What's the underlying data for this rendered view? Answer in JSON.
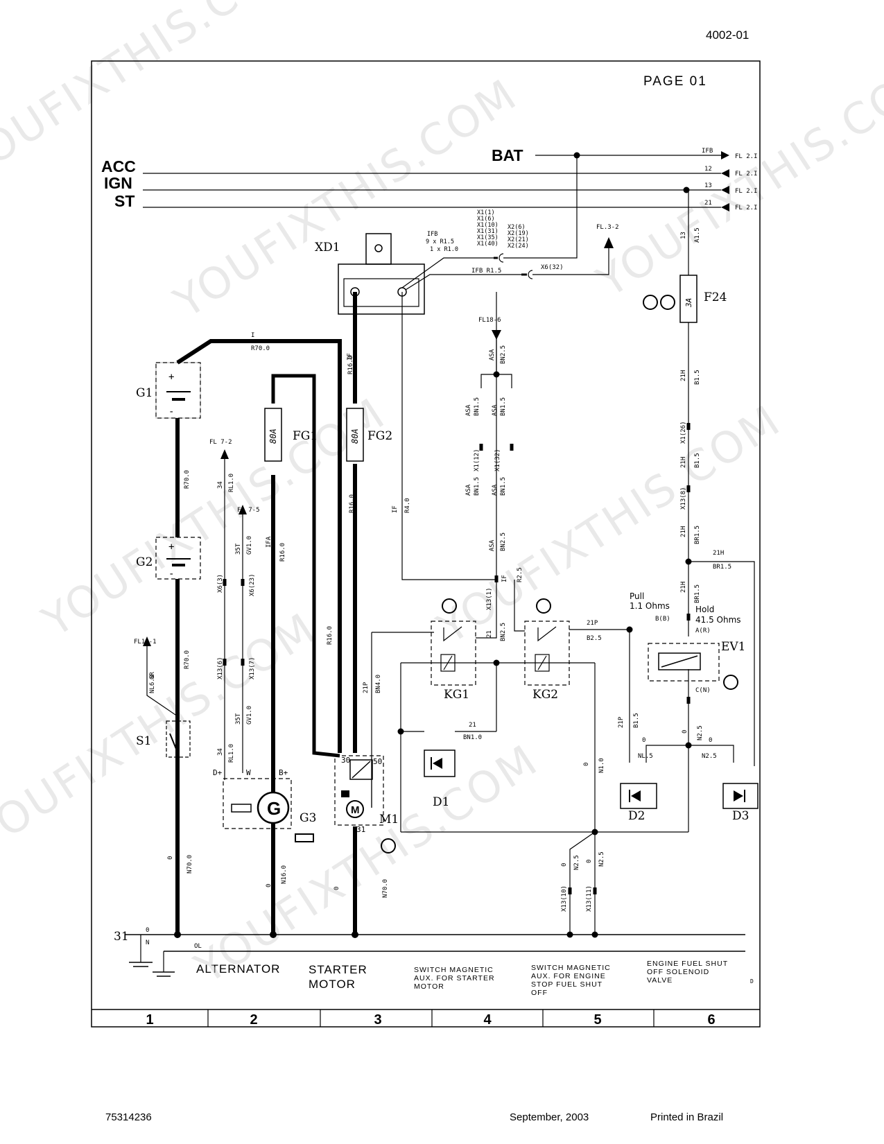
{
  "header": {
    "doc_number": "4002-01",
    "page_label": "PAGE 01"
  },
  "footer": {
    "part_number": "75314236",
    "date": "September, 2003",
    "printed": "Printed in Brazil"
  },
  "watermark": [
    "YOUFIXTHIS.COM",
    "YOUFIXTHIS.COM",
    "YOUFIXTHIS.COM",
    "YOUFIXTHIS.COM",
    "YOUFIXTHIS.COM",
    "YOUFIXTHIS.COM",
    "YOUFIXTHIS.COM"
  ],
  "buses": {
    "acc": "ACC",
    "ign": "IGN",
    "st": "ST",
    "bat": "BAT",
    "ground": "31",
    "wire_ifb": "IFB",
    "wire_12": "12",
    "wire_13": "13",
    "wire_21": "21",
    "fl_1": "FL 2.I",
    "fl_2": "FL 2.I",
    "fl_3": "FL 2.I",
    "fl_4": "FL 2.I"
  },
  "components": {
    "xd1": "XD1",
    "g1": "G1",
    "g2": "G2",
    "s1": "S1",
    "fg1": "FG1",
    "fg2": "FG2",
    "fuse_rating": "80A",
    "f24": "F24",
    "f24_rating": "3A",
    "g3": "G3",
    "m1": "M1",
    "kg1": "KG1",
    "kg2": "KG2",
    "d1": "D1",
    "d2": "D2",
    "d3": "D3",
    "ev1": "EV1"
  },
  "wires": {
    "r70_top": "R70.0",
    "r70_a": "R70.0",
    "r70_b": "R70.0",
    "n70_a": "N70.0",
    "n70_b": "N70.0",
    "r16_a": "R16.0",
    "r16_b": "R16.0",
    "r16_c": "R16.0",
    "r16_d": "R16.0",
    "if_a": "IF",
    "r4": "R4.0",
    "fl7_2": "FL 7-2",
    "fl7_5": "FL 7-5",
    "rl1": "RL1.0",
    "gv1": "GV1.0",
    "n16": "N16.0",
    "fl19": "FL19-1",
    "nl6": "NL6.0",
    "gr": "GR",
    "fl18": "FL18-6",
    "asa": "ASA",
    "bn25": "BN2.5",
    "bn15": "BN1.5",
    "bn4": "BN4.0",
    "bn1": "BN1.0",
    "r25": "R2.5",
    "b25": "B2.5",
    "b15": "B1.5",
    "br15": "BR1.5",
    "n25": "N2.5",
    "nl5": "NL.5",
    "n1": "N1.0",
    "a15": "A1.5",
    "fl32": "FL.3-2",
    "ifb_r15": "IFB  R1.5",
    "x6_32": "X6(32)",
    "ifb_group": [
      "IFB",
      "9 x R1.5",
      "1 x R1.0"
    ],
    "x1_group": [
      "X1(1)",
      "X1(6)",
      "X1(10)",
      "X1(31)",
      "X1(35)",
      "X1(40)"
    ],
    "x2_group": [
      "X2(6)",
      "X2(19)",
      "X2(21)",
      "X2(24)"
    ],
    "x6_3": "X6(3)",
    "x6_23": "X6(23)",
    "x13_6": "X13(6)",
    "x13_7": "X13(7)",
    "x1_12": "X1(12)",
    "x1_32": "X1(32)",
    "x13_1": "X13(1)",
    "x1_26": "X1(26)",
    "x13_8": "X13(8)",
    "x13_10": "X13(10)",
    "x13_11": "X13(11)",
    "t_34": "34",
    "t_35t": "35T",
    "t_w": "W",
    "t_dplus": "D+",
    "t_bplus": "B+",
    "t_30": "30",
    "t_50": "50",
    "t_31": "31",
    "t_21p": "21P",
    "t_21h": "21H",
    "t_21": "21",
    "t_i": "I",
    "t_o": "0",
    "t_n": "N",
    "t_ol": "OL",
    "t_ifa": "IFA",
    "pull": "Pull",
    "pull_ohm": "1.1 Ohms",
    "hold": "Hold",
    "hold_ohm": "41.5 Ohms",
    "pin_b": "B(B)",
    "pin_a": "A(R)",
    "pin_c": "C(N)",
    "d_mark": "D"
  },
  "captions": [
    "ALTERNATOR",
    "STARTER MOTOR",
    "SWITCH MAGNETIC AUX. FOR STARTER MOTOR",
    "SWITCH MAGNETIC AUX. FOR ENGINE STOP FUEL SHUT OFF",
    "ENGINE FUEL SHUT OFF SOLENOID VALVE"
  ],
  "zones": [
    "1",
    "2",
    "3",
    "4",
    "5",
    "6"
  ]
}
